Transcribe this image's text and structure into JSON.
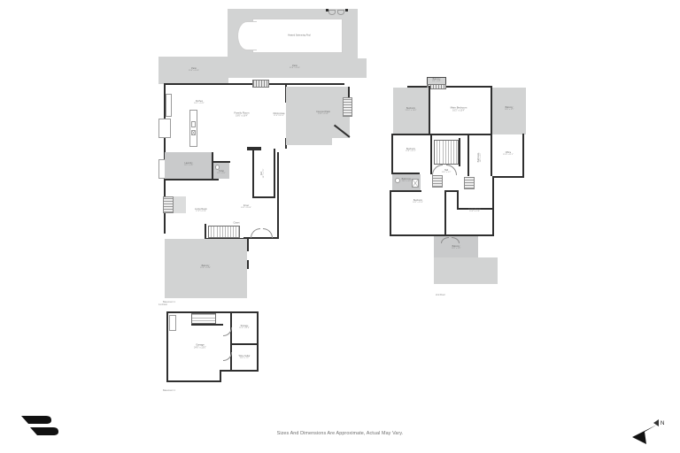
{
  "document": {
    "type": "real-estate-floor-plan",
    "disclaimer": "Sizes And Dimensions Are Approximate, Actual May Vary.",
    "background_color": "#ffffff",
    "ink_color": "#2f2f2f",
    "fill_gray": "#d2d3d3"
  },
  "branding": {
    "logo_name": "brand-logo-mark",
    "logo_color": "#111111"
  },
  "compass": {
    "name": "north-arrow",
    "label": "N"
  },
  "floors": [
    {
      "id": "main-floor",
      "caption": "1st Floor",
      "rooms": [
        {
          "name": "Heated Swimming Pool",
          "dimensions": ""
        },
        {
          "name": "Patio",
          "dimensions": "52'6\" x 16'0\""
        },
        {
          "name": "Patio",
          "dimensions": "25'0\" x 10'0\""
        },
        {
          "name": "Kitchen",
          "dimensions": "16'1\" x 14'1\""
        },
        {
          "name": "Family Room",
          "dimensions": "19'6\" x 16'4\""
        },
        {
          "name": "Dining Area",
          "dimensions": "11'4\" x 11'0\""
        },
        {
          "name": "Covered Patio",
          "dimensions": "15'8\" x 13'0\""
        },
        {
          "name": "Laundry",
          "dimensions": "11'0\" x 5'6\""
        },
        {
          "name": "Toilet",
          "dimensions": "6'1\" x 5'0\""
        },
        {
          "name": "Living Room",
          "dimensions": "17'0\" x 12'6\""
        },
        {
          "name": "Foyer",
          "dimensions": "14'1\" x 10'4\""
        },
        {
          "name": "Den",
          "dimensions": "10'7\" x 7'1\""
        },
        {
          "name": "Balcony",
          "dimensions": "22'6\" x 14'6\""
        },
        {
          "name": "Closet",
          "dimensions": ""
        }
      ]
    },
    {
      "id": "upper-floor",
      "caption": "2nd Floor",
      "rooms": [
        {
          "name": "Balcony",
          "dimensions": "8'4\" x 4'0\""
        },
        {
          "name": "Bedroom",
          "dimensions": "11'10\" x 10'0\""
        },
        {
          "name": "Main Bedroom",
          "dimensions": "16'2\" x 15'4\""
        },
        {
          "name": "Balcony",
          "dimensions": "12'8\" x 9'1\""
        },
        {
          "name": "Bedroom",
          "dimensions": "12'6\" x 11'1\""
        },
        {
          "name": "Hall",
          "dimensions": "12'0\" x 5'2\""
        },
        {
          "name": "Office",
          "dimensions": "11'8\" x 11'1\""
        },
        {
          "name": "Bathroom",
          "dimensions": "10'0\" x 5'2\""
        },
        {
          "name": "Bathroom",
          "dimensions": "10'4\" x 5'0\""
        },
        {
          "name": "Bedroom",
          "dimensions": "14'1\" x 11'4\""
        },
        {
          "name": "Living Room",
          "dimensions": "15'4\" x 12'8\""
        },
        {
          "name": "Balcony",
          "dimensions": "12'8\" x 5'0\""
        }
      ]
    },
    {
      "id": "basement-floor",
      "caption": "Basement 1",
      "rooms": [
        {
          "name": "Garage",
          "dimensions": "24'0\" x 22'0\""
        },
        {
          "name": "Storage",
          "dimensions": "11'4\" x 11'0\""
        },
        {
          "name": "Wine Cellar",
          "dimensions": "11'4\" x 7'2\""
        }
      ]
    }
  ]
}
